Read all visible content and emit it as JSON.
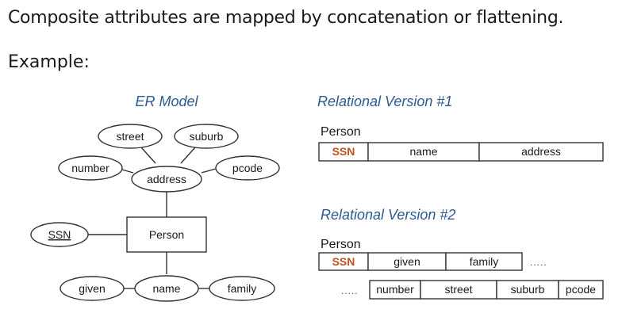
{
  "heading": "Composite attributes are mapped by concatenation or flattening.",
  "example_label": "Example:",
  "er": {
    "title": "ER Model",
    "entity": "Person",
    "attrs": {
      "street": "street",
      "suburb": "suburb",
      "number": "number",
      "address": "address",
      "pcode": "pcode",
      "ssn": "SSN",
      "given": "given",
      "name": "name",
      "family": "family"
    }
  },
  "rel1": {
    "title": "Relational Version #1",
    "relation": "Person",
    "columns": [
      "SSN",
      "name",
      "address"
    ]
  },
  "rel2": {
    "title": "Relational Version #2",
    "relation": "Person",
    "row1": [
      "SSN",
      "given",
      "family"
    ],
    "row1_more": ".....",
    "row2_more": ".....",
    "row2": [
      "number",
      "street",
      "suburb",
      "pcode"
    ]
  }
}
